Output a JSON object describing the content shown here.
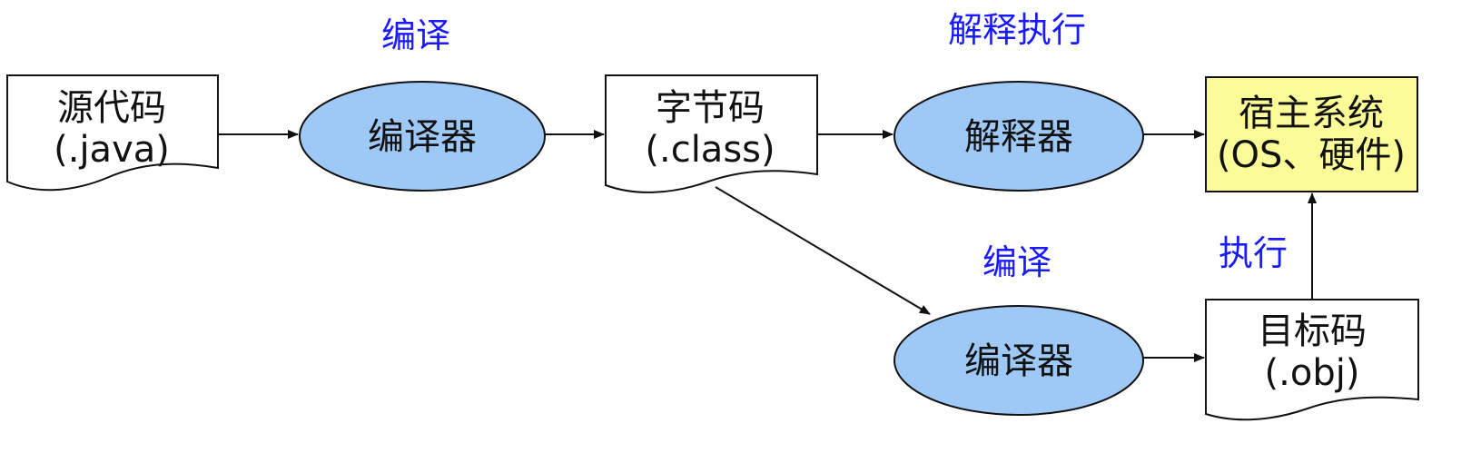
{
  "diagram": {
    "nodes": {
      "source": {
        "line1": "源代码",
        "line2": "(.java)",
        "fill": "#ffffff"
      },
      "compiler_top": {
        "label": "编译器",
        "fill": "#9ec9f7"
      },
      "bytecode": {
        "line1": "字节码",
        "line2": "(.class)",
        "fill": "#ffffff"
      },
      "interpreter": {
        "label": "解释器",
        "fill": "#9ec9f7"
      },
      "host": {
        "line1": "宿主系统",
        "line2": "(OS、硬件)",
        "fill": "#fbfb98"
      },
      "compiler_bottom": {
        "label": "编译器",
        "fill": "#9ec9f7"
      },
      "object": {
        "line1": "目标码",
        "line2": "(.obj)",
        "fill": "#ffffff"
      }
    },
    "edge_labels": {
      "compile_top": "编译",
      "interpret_execute": "解释执行",
      "compile_bottom": "编译",
      "execute": "执行"
    },
    "colors": {
      "edge_label": "#1a1aff",
      "stroke": "#111111"
    }
  }
}
